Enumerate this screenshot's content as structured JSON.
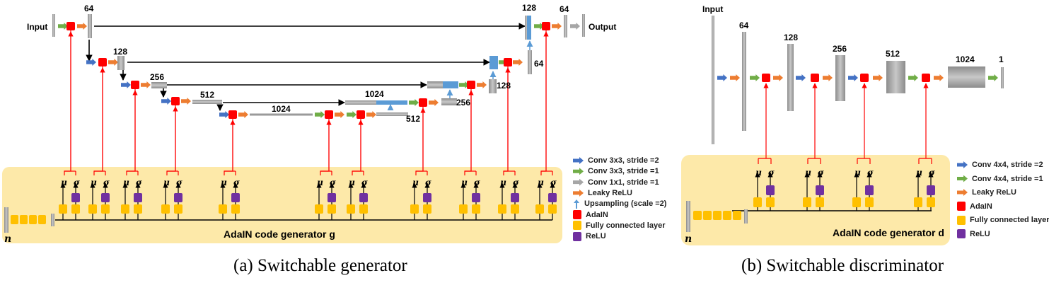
{
  "generator": {
    "input_label": "Input",
    "output_label": "Output",
    "channel_labels": [
      "64",
      "128",
      "256",
      "512",
      "1024",
      "1024",
      "512",
      "256",
      "128",
      "64",
      "128",
      "64"
    ],
    "code_generator_title": "AdaIN code generator g",
    "n_label": "n",
    "mu_label": "μ",
    "sigma_label": "σ",
    "caption": "(a) Switchable generator",
    "legend": [
      {
        "label": "Conv 3x3, stride =2",
        "kind": "arrow",
        "color": "#4472c4"
      },
      {
        "label": "Conv 3x3, stride =1",
        "kind": "arrow",
        "color": "#70ad47"
      },
      {
        "label": "Conv 1x1, stride =1",
        "kind": "arrow",
        "color": "#a6a6a6"
      },
      {
        "label": "Leaky ReLU",
        "kind": "arrow",
        "color": "#ed7d31"
      },
      {
        "label": "Upsampling (scale =2)",
        "kind": "up",
        "color": "#5b9bd5"
      },
      {
        "label": "AdaIN",
        "kind": "box",
        "color": "#ff0000"
      },
      {
        "label": "Fully connected layer",
        "kind": "box",
        "color": "#ffc000"
      },
      {
        "label": "ReLU",
        "kind": "box",
        "color": "#7030a0"
      }
    ]
  },
  "discriminator": {
    "input_label": "Input",
    "channel_labels": [
      "64",
      "128",
      "256",
      "512",
      "1024",
      "1"
    ],
    "code_generator_title": "AdaIN code generator d",
    "n_label": "n",
    "mu_label": "μ",
    "sigma_label": "σ",
    "caption": "(b) Switchable discriminator",
    "legend": [
      {
        "label": "Conv 4x4, stride =2",
        "kind": "arrow",
        "color": "#4472c4"
      },
      {
        "label": "Conv 4x4, stride =1",
        "kind": "arrow",
        "color": "#70ad47"
      },
      {
        "label": "Leaky ReLU",
        "kind": "arrow",
        "color": "#ed7d31"
      },
      {
        "label": "AdaIN",
        "kind": "box",
        "color": "#ff0000"
      },
      {
        "label": "Fully connected layer",
        "kind": "box",
        "color": "#ffc000"
      },
      {
        "label": "ReLU",
        "kind": "box",
        "color": "#7030a0"
      }
    ]
  },
  "colors": {
    "panel": "#fde9a9",
    "adain": "#ff0000",
    "fc": "#ffc000",
    "relu": "#7030a0",
    "conv_s2": "#4472c4",
    "conv_s1": "#70ad47",
    "conv_1x1": "#a6a6a6",
    "lrelu": "#ed7d31",
    "upsample": "#5b9bd5",
    "feature": "#a0a0a0"
  }
}
